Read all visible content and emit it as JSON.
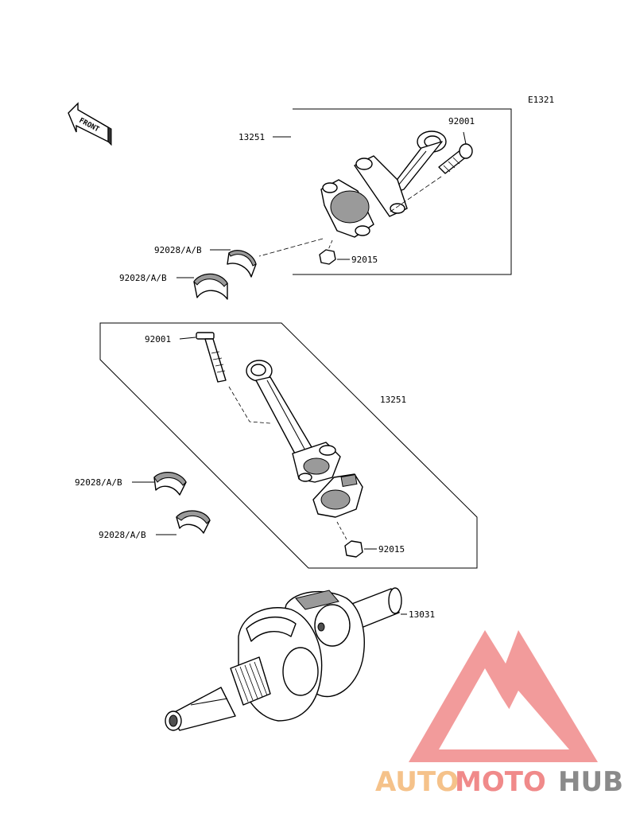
{
  "diagram": {
    "ref_code": "E1321",
    "front_arrow_text": "FRONT",
    "group_upper": {
      "assembly_label": "13251",
      "bolt_label": "92001",
      "nut_label": "92015",
      "bearing_label_1": "92028/A/B",
      "bearing_label_2": "92028/A/B"
    },
    "group_lower": {
      "assembly_label": "13251",
      "bolt_label": "92001",
      "nut_label": "92015",
      "bearing_label_1": "92028/A/B",
      "bearing_label_2": "92028/A/B"
    },
    "crankshaft_label": "13031"
  },
  "watermark": {
    "brand_part_1": "AUTO",
    "brand_part_2": "MOTO",
    "brand_part_3": "HUB",
    "colors": {
      "auto": "#f5c28a",
      "moto": "#f08a8a",
      "hub": "#8a8a8a",
      "logo": "#f08a8a"
    }
  }
}
